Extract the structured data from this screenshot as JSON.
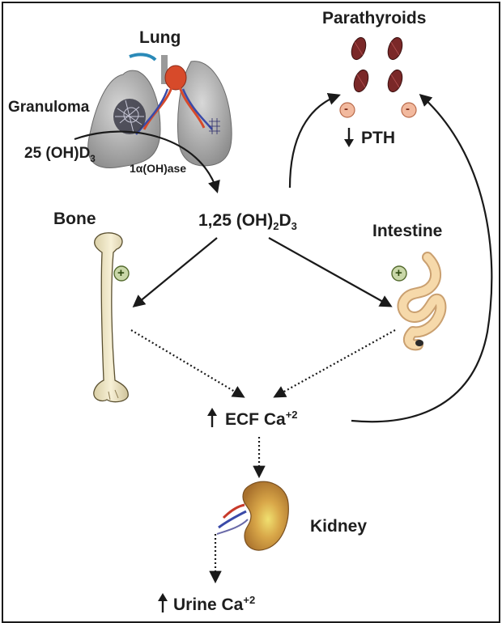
{
  "labels": {
    "lung": "Lung",
    "parathyroids": "Parathyroids",
    "granuloma": "Granuloma",
    "vitd25_main": "25 (OH)D",
    "vitd25_sub": "3",
    "enzyme_prefix": "1",
    "enzyme_alpha": "α",
    "enzyme_suffix": "(OH)ase",
    "pth": "PTH",
    "calcitriol_a": "1,25 (OH)",
    "calcitriol_sub1": "2",
    "calcitriol_b": "D",
    "calcitriol_sub2": "3",
    "bone": "Bone",
    "intestine": "Intestine",
    "ecf": "ECF Ca",
    "ecf_sup": "+2",
    "kidney": "Kidney",
    "urine": "Urine Ca",
    "urine_sup": "+2"
  },
  "symbols": {
    "plus": "+",
    "minus": "-"
  },
  "colors": {
    "arrow": "#1a1a1a",
    "plus_circle": "#c9d7a8",
    "minus_circle": "#f2b99e",
    "parathyroid_gland": "#7a2828",
    "bone": "#efe6c4",
    "intestine": "#f2cf9a",
    "kidney": "#c7903e"
  }
}
